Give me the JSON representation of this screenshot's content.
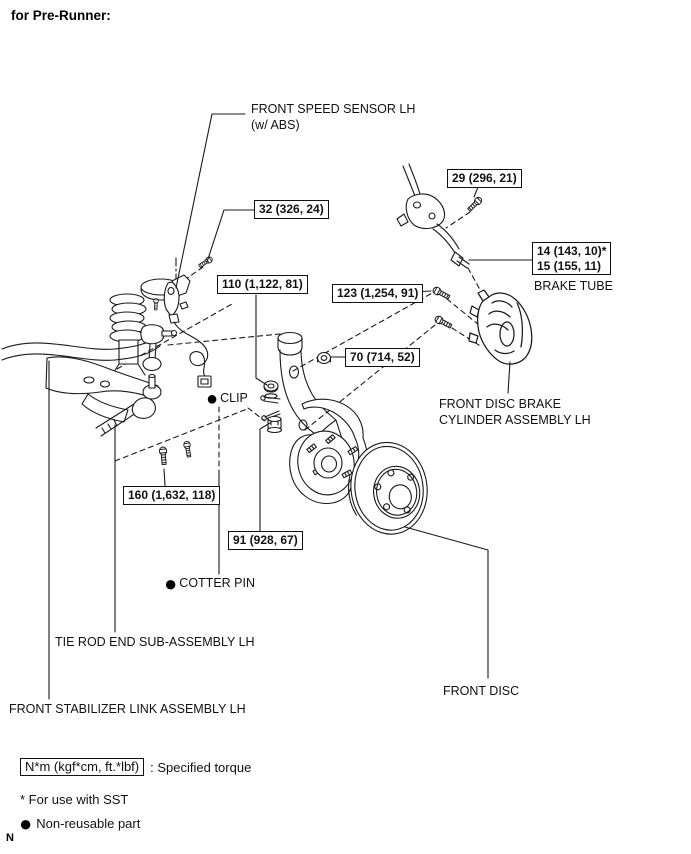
{
  "header": {
    "title": "for Pre-Runner:"
  },
  "callouts": {
    "speed_sensor": {
      "line1": "FRONT SPEED SENSOR LH",
      "line2": "(w/ ABS)"
    },
    "brake_tube": {
      "label": "BRAKE TUBE"
    },
    "caliper": {
      "line1": "FRONT DISC BRAKE",
      "line2": "CYLINDER ASSEMBLY LH"
    },
    "clip": {
      "label": "CLIP"
    },
    "cotter_pin": {
      "label": "COTTER PIN"
    },
    "tie_rod": {
      "label": "TIE ROD END SUB-ASSEMBLY LH"
    },
    "stabilizer_link": {
      "label": "FRONT STABILIZER LINK ASSEMBLY LH"
    },
    "front_disc": {
      "label": "FRONT DISC"
    }
  },
  "torques": {
    "sensor_bolt": "32 (326, 24)",
    "hose_bracket_bolt": "29 (296, 21)",
    "brake_tube_line1": "14 (143, 10)*",
    "brake_tube_line2": "15 (155, 11)",
    "knuckle_nut": "110 (1,122, 81)",
    "caliper_bolt": "123 (1,254, 91)",
    "sensor_nut": "70 (714, 52)",
    "stabilizer_bolt": "160 (1,632, 118)",
    "tie_rod_nut": "91 (928, 67)"
  },
  "icons": {
    "non_reusable_bullet": "●"
  },
  "legend": {
    "torque_unit": "N*m (kgf*cm, ft.*lbf)",
    "torque_desc": ": Specified torque",
    "sst_note": "* For use with SST",
    "non_reusable": "Non-reusable part"
  },
  "footer": {
    "mark": "N"
  },
  "colors": {
    "line": "#1a1a1a",
    "text": "#111111",
    "background": "#ffffff"
  }
}
